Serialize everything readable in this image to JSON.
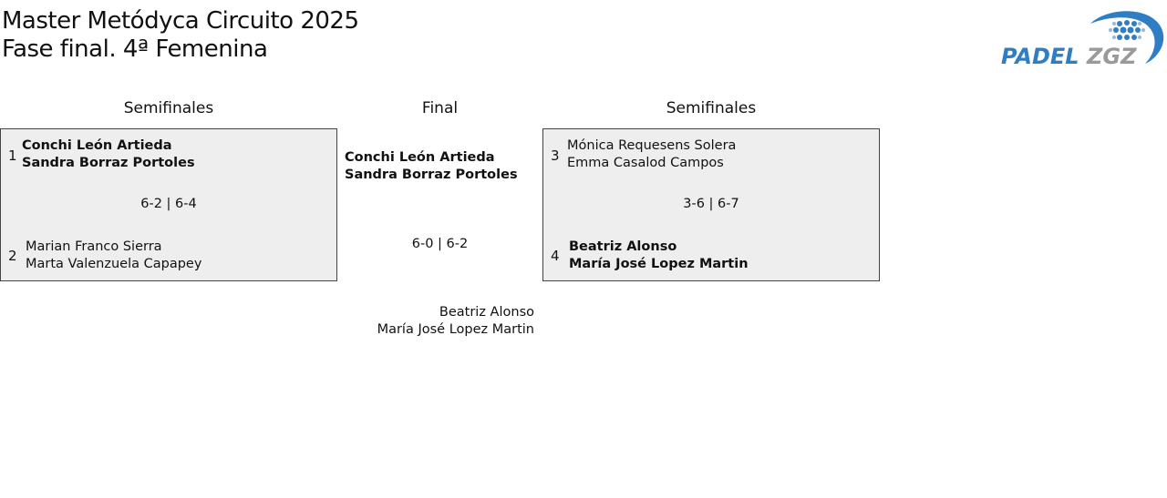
{
  "header": {
    "title_line1": "Master Metódyca Circuito 2025",
    "title_line2": "Fase final. 4ª Femenina",
    "logo_text": "PADELZGZ"
  },
  "columns": {
    "left": "Semifinales",
    "center": "Final",
    "right": "Semifinales"
  },
  "semifinal_left": {
    "team1": {
      "seed": "1",
      "player1": "Conchi León Artieda",
      "player2": "Sandra Borraz Portoles"
    },
    "score": "6-2 | 6-4",
    "team2": {
      "seed": "2",
      "player1": "Marian Franco Sierra",
      "player2": "Marta Valenzuela Capapey"
    }
  },
  "final": {
    "team1": {
      "player1": "Conchi León Artieda",
      "player2": "Sandra Borraz Portoles"
    },
    "score": "6-0 | 6-2",
    "team2": {
      "player1": "Beatriz Alonso",
      "player2": "María José Lopez Martin"
    }
  },
  "semifinal_right": {
    "team1": {
      "seed": "3",
      "player1": "Mónica Requesens Solera",
      "player2": "Emma Casalod Campos"
    },
    "score": "3-6 | 6-7",
    "team2": {
      "seed": "4",
      "player1": "Beatriz Alonso",
      "player2": "María José Lopez Martin"
    }
  },
  "colors": {
    "logo_blue": "#2f7ec4",
    "logo_gray": "#9a9a9a",
    "box_bg": "#eeeeee"
  }
}
